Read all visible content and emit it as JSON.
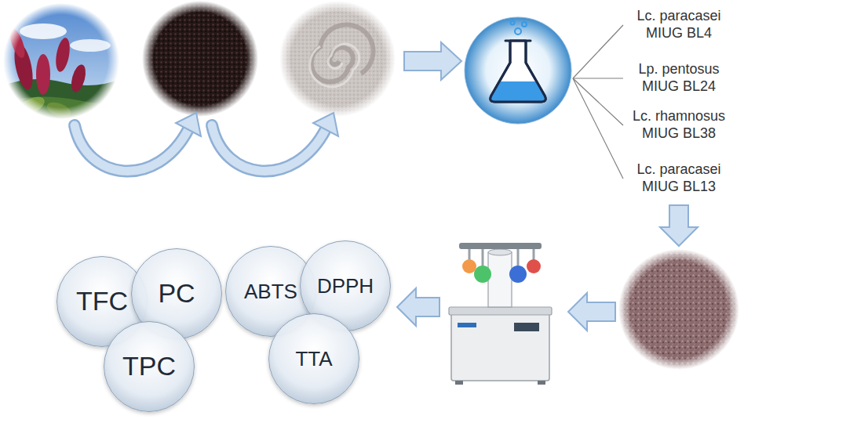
{
  "diagram": {
    "nodes": [
      {
        "text": [
          "TFC"
        ]
      },
      {
        "text": [
          "PC"
        ]
      },
      {
        "text": [
          "TPC"
        ]
      },
      {
        "text": [
          "ABTS"
        ]
      },
      {
        "text": [
          "DPPH"
        ]
      },
      {
        "text": [
          "TTA"
        ]
      }
    ],
    "labels": [
      "Lc. paracasei MIUG BL4",
      "Lp. pentosus MIUG BL24",
      "Lc. rhamnosus MIUG BL38",
      "Lc. paracasei MIUG BL13"
    ]
  }
}
